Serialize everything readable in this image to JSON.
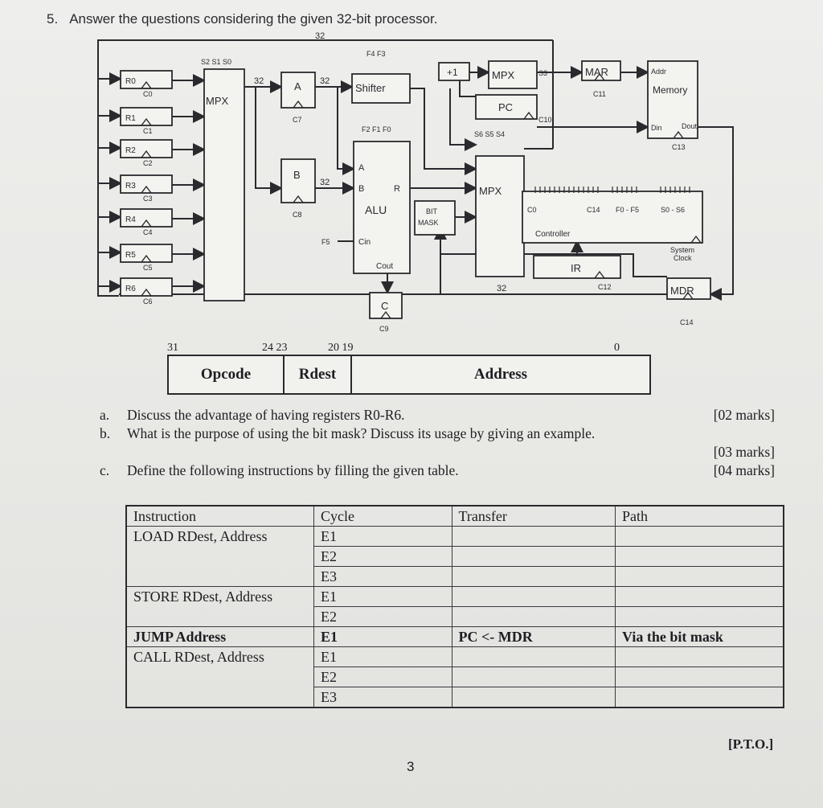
{
  "question": {
    "number": "5.",
    "title": "Answer the questions considering the given 32-bit processor."
  },
  "diagram": {
    "bus_width_label": "32",
    "registers": [
      {
        "name": "R0",
        "ctrl": "C0"
      },
      {
        "name": "R1",
        "ctrl": "C1"
      },
      {
        "name": "R2",
        "ctrl": "C2"
      },
      {
        "name": "R3",
        "ctrl": "C3"
      },
      {
        "name": "R4",
        "ctrl": "C4"
      },
      {
        "name": "R5",
        "ctrl": "C5"
      },
      {
        "name": "R6",
        "ctrl": "C6"
      }
    ],
    "mpx_left": {
      "label": "MPX",
      "select": "S2 S1 S0"
    },
    "reg_a": {
      "label": "A",
      "ctrl": "C7"
    },
    "reg_b": {
      "label": "B",
      "ctrl": "C8"
    },
    "shifter": {
      "label": "Shifter",
      "select": "F4 F3"
    },
    "alu": {
      "label": "ALU",
      "select": "F2 F1 F0",
      "in_a": "A",
      "in_b": "B",
      "out_r": "R",
      "cin": "Cin",
      "cin_ctrl": "F5",
      "cout": "Cout"
    },
    "reg_c": {
      "label": "C",
      "ctrl": "C9"
    },
    "incrementer": "+1",
    "mpx_top": {
      "label": "MPX",
      "select": "S3"
    },
    "pc": {
      "label": "PC",
      "ctrl": "C10"
    },
    "mpx_mid": {
      "label": "MPX",
      "select": "S6 S5 S4"
    },
    "bit_mask": [
      "BIT",
      "MASK"
    ],
    "mar": {
      "label": "MAR",
      "ctrl": "C11"
    },
    "memory": {
      "label": "Memory",
      "addr": "Addr",
      "din": "Din",
      "dout": "Dout",
      "ctrl": "C13"
    },
    "controller": {
      "label": "Controller",
      "signals_a": "C0",
      "signals_b": "C14",
      "signals_c": "F0 - F5",
      "signals_d": "S0 - S6",
      "clock": [
        "System",
        "Clock"
      ]
    },
    "ir": {
      "label": "IR",
      "ctrl": "C12"
    },
    "mdr": {
      "label": "MDR",
      "ctrl": "C14"
    }
  },
  "format": {
    "bits": [
      "31",
      "24 23",
      "20 19",
      "0"
    ],
    "fields": [
      "Opcode",
      "Rdest",
      "Address"
    ]
  },
  "questions": [
    {
      "letter": "a.",
      "text": "Discuss the advantage of having registers R0-R6.",
      "marks": "[02 marks]"
    },
    {
      "letter": "b.",
      "text": "What is the purpose of using the bit mask? Discuss its usage by giving an example.",
      "marks": "[03 marks]"
    },
    {
      "letter": "c.",
      "text": "Define the following instructions by filling the given table.",
      "marks": "[04 marks]"
    }
  ],
  "table": {
    "headers": [
      "Instruction",
      "Cycle",
      "Transfer",
      "Path"
    ],
    "rows": [
      [
        "LOAD RDest, Address",
        "E1",
        "",
        ""
      ],
      [
        "",
        "E2",
        "",
        ""
      ],
      [
        "",
        "E3",
        "",
        ""
      ],
      [
        "STORE RDest, Address",
        "E1",
        "",
        ""
      ],
      [
        "",
        "E2",
        "",
        ""
      ],
      [
        "JUMP Address",
        "E1",
        "PC <- MDR",
        "Via the bit mask"
      ],
      [
        "CALL RDest, Address",
        "E1",
        "",
        ""
      ],
      [
        "",
        "E2",
        "",
        ""
      ],
      [
        "",
        "E3",
        "",
        ""
      ]
    ]
  },
  "footer": {
    "pto": "[P.T.O.]",
    "page": "3"
  }
}
